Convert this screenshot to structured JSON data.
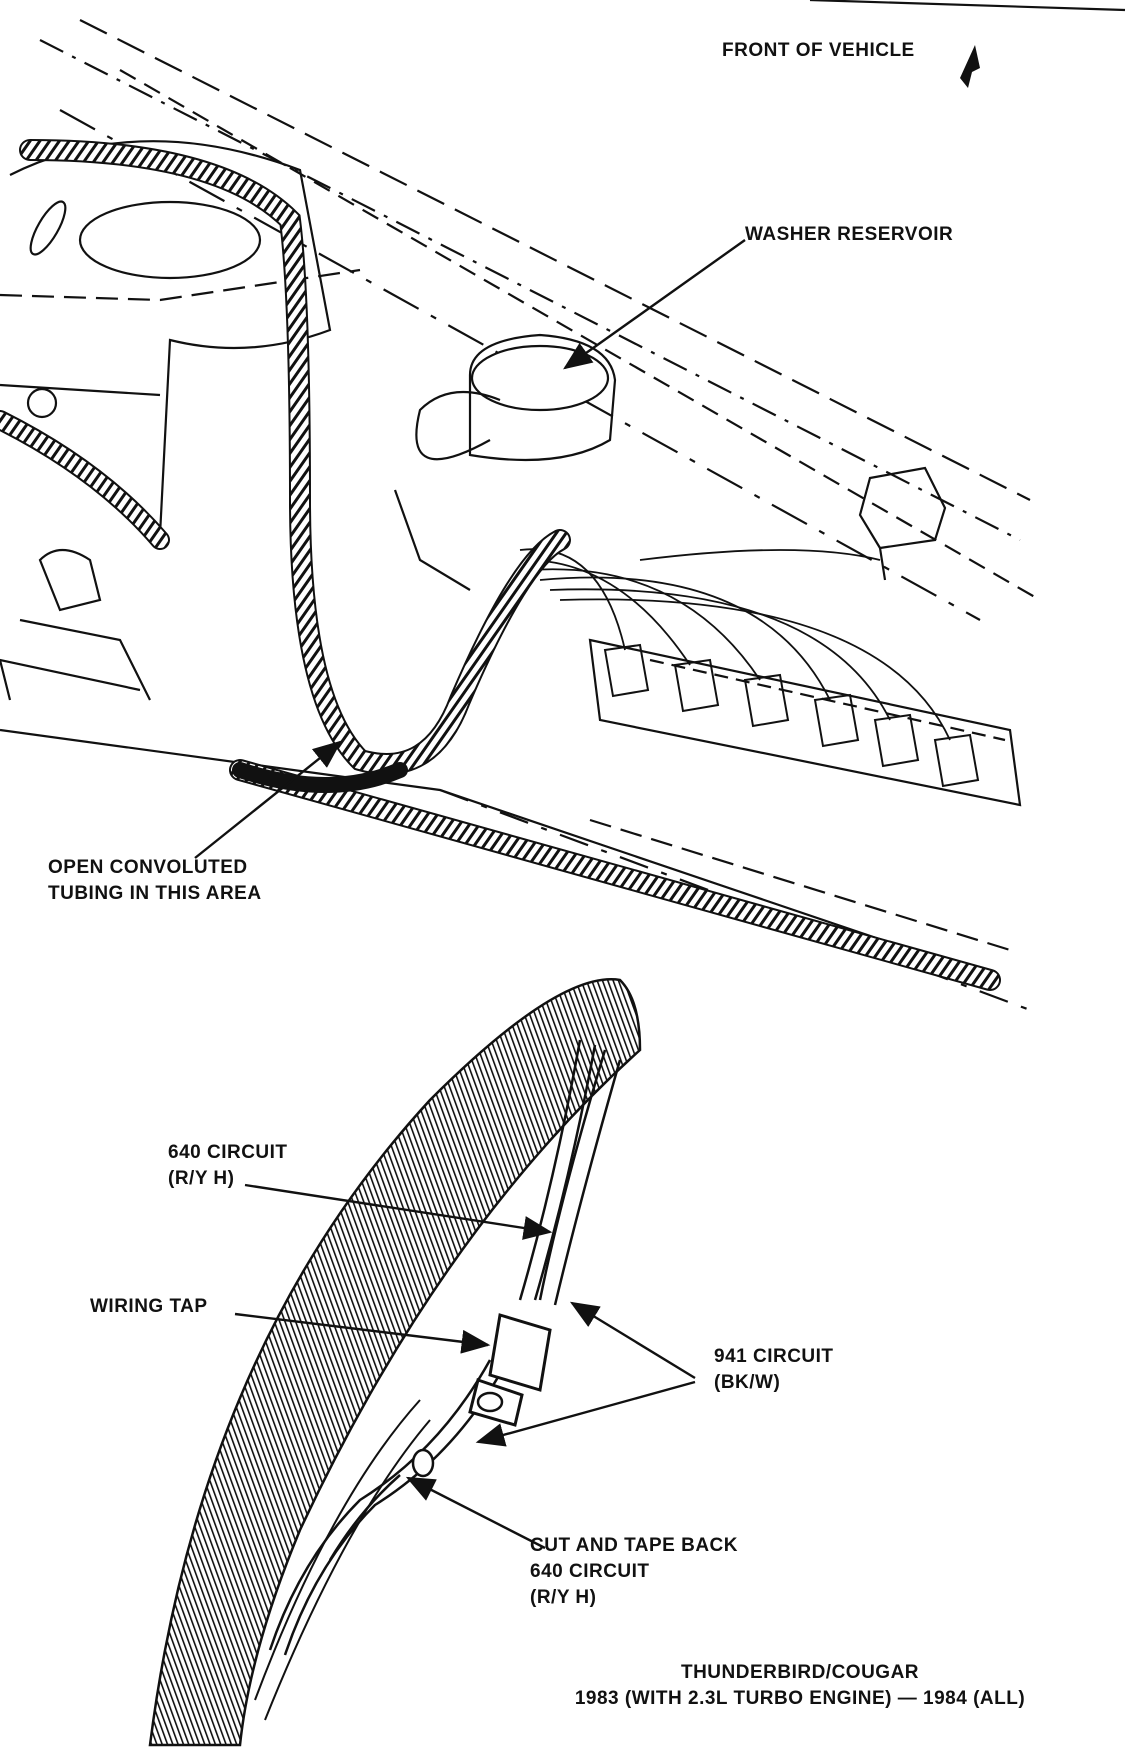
{
  "labels": {
    "front_of_vehicle": "FRONT OF VEHICLE",
    "washer_reservoir": "WASHER RESERVOIR",
    "open_convoluted": [
      "OPEN CONVOLUTED",
      "TUBING IN THIS AREA"
    ],
    "circuit_640": [
      "640 CIRCUIT",
      "(R/Y H)"
    ],
    "wiring_tap": "WIRING TAP",
    "circuit_941": [
      "941 CIRCUIT",
      "(BK/W)"
    ],
    "cut_and_tape": [
      "CUT AND TAPE BACK",
      "640 CIRCUIT",
      "(R/Y H)"
    ]
  },
  "caption": [
    "THUNDERBIRD/COUGAR",
    "1983 (WITH 2.3L TURBO ENGINE) — 1984 (ALL)"
  ],
  "colors": {
    "ink": "#111111",
    "paper": "#ffffff"
  }
}
